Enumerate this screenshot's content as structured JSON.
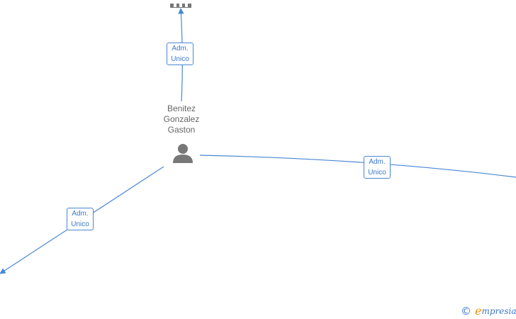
{
  "center_person": {
    "name_lines": [
      "Benitez",
      "Gonzalez",
      "Gaston"
    ],
    "icon": "person-icon"
  },
  "edges": [
    {
      "role_line1": "Adm.",
      "role_line2": "Unico"
    },
    {
      "role_line1": "Adm.",
      "role_line2": "Unico"
    },
    {
      "role_line1": "Adm.",
      "role_line2": "Unico"
    }
  ],
  "top_node": {
    "icon": "building-icon"
  },
  "brand": {
    "copyright": "©",
    "initial": "e",
    "rest": "mpresia"
  },
  "colors": {
    "edge": "#4a86d4",
    "label_text": "#3b78c9",
    "icon": "#777777",
    "brand_accent": "#f39200"
  }
}
